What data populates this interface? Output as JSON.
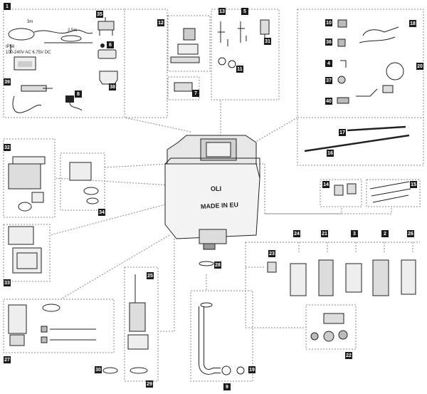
{
  "diagram": {
    "cistern_brand": "OLI",
    "cistern_made_in": "MADE IN EU",
    "kit_1": {
      "cable_short": "3m",
      "cable_long": "2.5m",
      "ip_rating": "IP56",
      "power_spec": "100-240V AC 6.75V DC"
    }
  },
  "part_numbers": [
    "1",
    "2",
    "3",
    "4",
    "5",
    "6",
    "7",
    "8",
    "9",
    "10",
    "11",
    "12",
    "13",
    "15",
    "16",
    "17",
    "18",
    "19",
    "20",
    "21",
    "22",
    "23",
    "24",
    "26",
    "27",
    "28",
    "29",
    "30",
    "31",
    "32",
    "33",
    "34",
    "35",
    "36",
    "37",
    "38",
    "39",
    "40"
  ],
  "badge_labels": {
    "b1": "1",
    "b35": "35",
    "b6": "6",
    "b38": "38",
    "b39": "39",
    "b8": "8",
    "b12": "12",
    "b13": "13",
    "b5": "5",
    "b31": "31",
    "b7": "7",
    "b11": "11",
    "b10": "10",
    "b36": "36",
    "b4": "4",
    "b37": "37",
    "b40": "40",
    "b18": "18",
    "b20": "20",
    "b17": "17",
    "b16": "16",
    "b32": "32",
    "b34": "34",
    "b33": "33",
    "b14": "14",
    "b15": "15",
    "b24": "24",
    "b21": "21",
    "b3": "3",
    "b2": "2",
    "b26a": "26",
    "b23": "23",
    "b28": "28",
    "b26b": "25",
    "b22": "22",
    "b27": "27",
    "b30": "30",
    "b29": "29",
    "b9": "9",
    "b19": "19"
  }
}
